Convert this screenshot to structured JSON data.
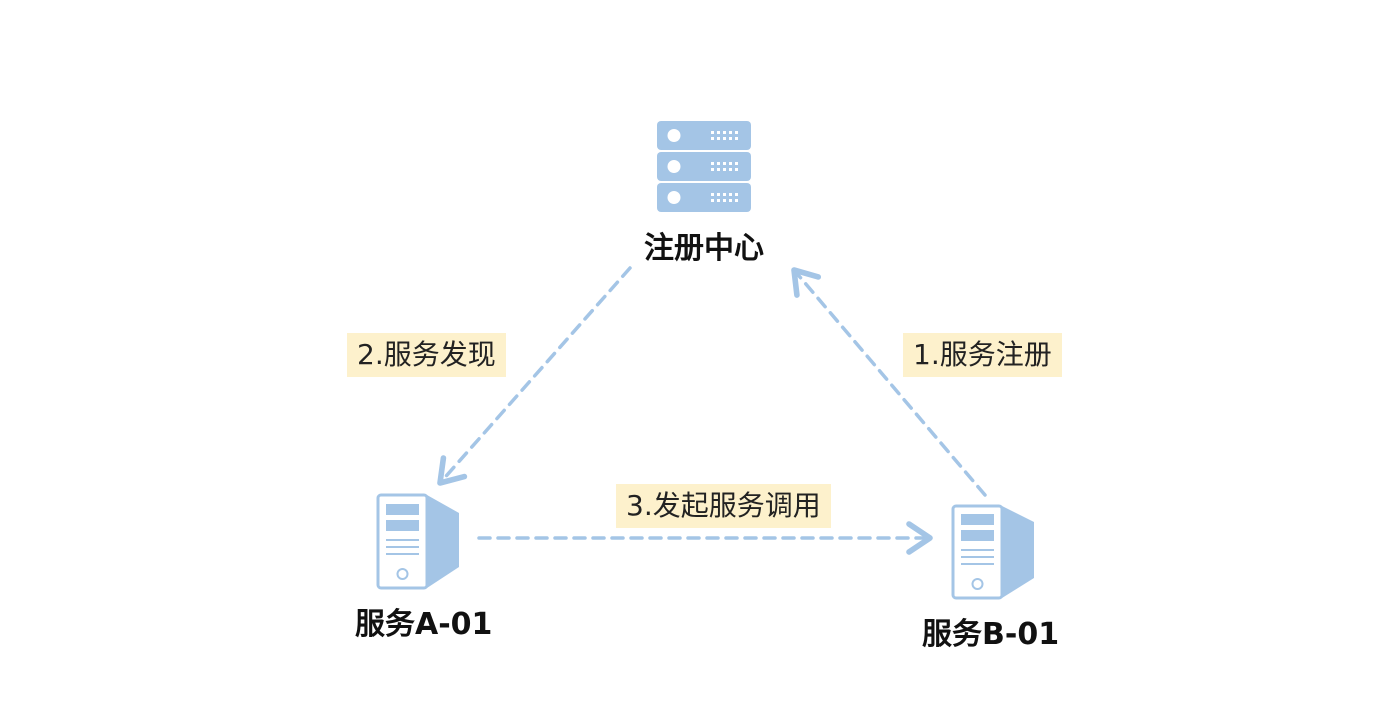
{
  "nodes": {
    "registry": {
      "label": "注册中心",
      "icon": "server-rack-icon"
    },
    "service_a": {
      "label": "服务A-01",
      "icon": "desktop-server-icon"
    },
    "service_b": {
      "label": "服务B-01",
      "icon": "desktop-server-icon"
    }
  },
  "edges": {
    "register": {
      "label": "1.服务注册",
      "from": "service_b",
      "to": "registry"
    },
    "discover": {
      "label": "2.服务发现",
      "from": "registry",
      "to": "service_a"
    },
    "invoke": {
      "label": "3.发起服务调用",
      "from": "service_a",
      "to": "service_b"
    }
  },
  "colors": {
    "icon_fill": "#a4c5e6",
    "icon_dark": "#86acd6",
    "icon_light": "#ffffff",
    "arrow": "#a4c5e6",
    "label_bg": "#fdf1cc",
    "text": "#111111"
  }
}
